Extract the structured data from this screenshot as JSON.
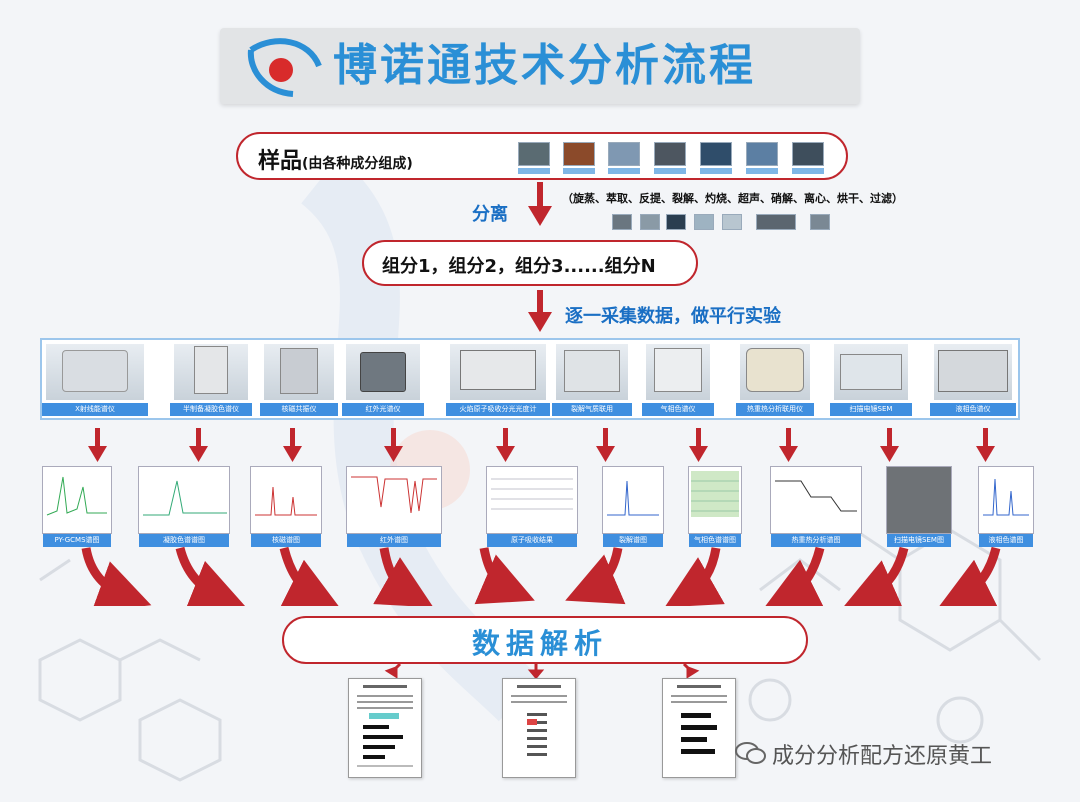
{
  "title": "博诺通技术分析流程",
  "sample": {
    "label": "样品",
    "note": "(由各种成分组成)"
  },
  "separation": {
    "label": "分离",
    "methods": "（旋蒸、萃取、反提、裂解、灼烧、超声、硝解、离心、烘干、过滤）"
  },
  "components": {
    "label": "组分1，组分2，组分3......组分N"
  },
  "collect": {
    "label": "逐一采集数据，做平行实验"
  },
  "instruments": [
    "X射线能谱仪",
    "半制备凝胶色谱仪",
    "核磁共振仪",
    "红外光谱仪",
    "火焰原子吸收分光光度计",
    "裂解气质联用",
    "气相色谱仪",
    "热重热分析联用仪",
    "扫描电镜SEM",
    "液相色谱仪"
  ],
  "spectra": [
    "PY-GCMS谱图",
    "凝胶色谱谱图",
    "核磁谱图",
    "红外谱图",
    "原子吸收结果",
    "裂解谱图",
    "气相色谱谱图",
    "热重热分析谱图",
    "扫描电镜SEM图",
    "液相色谱图"
  ],
  "analysis": {
    "label": "数据解析"
  },
  "watermark": "成分分析配方还原黄工",
  "colors": {
    "accent_blue": "#2a8fd6",
    "arrow_red": "#c0262d",
    "caption_blue": "#3f8fe0"
  },
  "icons": [
    "company-logo-icon",
    "down-arrow-icon",
    "curved-arrow-icon",
    "wechat-icon"
  ]
}
